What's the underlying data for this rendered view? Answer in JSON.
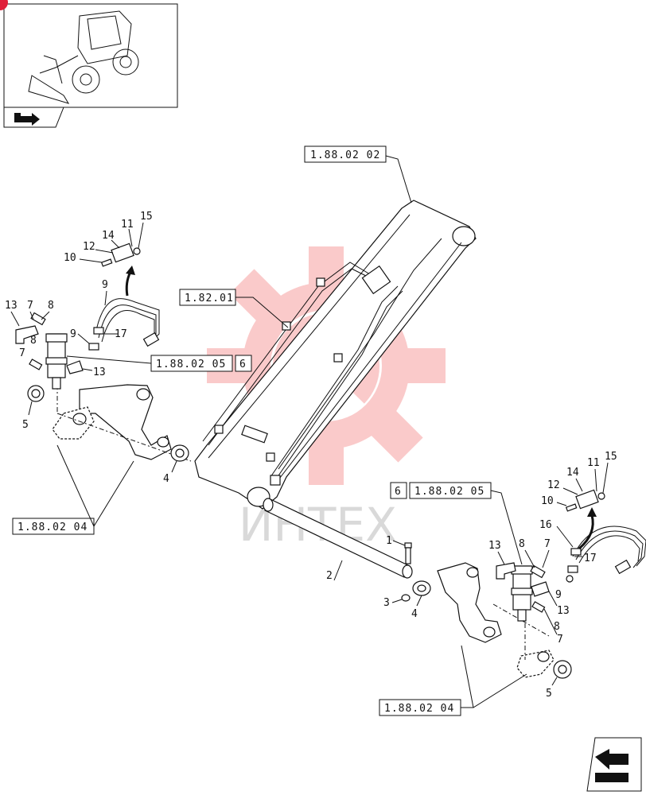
{
  "watermark": {
    "text": "ИНТЕХ",
    "color": "#f26b6b"
  },
  "references": {
    "top_arm": "1.88.02 02",
    "hose_bracket_left": "1.82.01",
    "valve_left": "1.88.02 05",
    "valve_left_tag": "6",
    "valve_right": "1.88.02 05",
    "valve_right_tag": "6",
    "lever_left": "1.88.02 04",
    "lever_right": "1.88.02 04"
  },
  "callouts": {
    "left": {
      "n13": "13",
      "n7": "7",
      "n8": "8",
      "n7b": "7",
      "n8b": "8",
      "n5": "5",
      "n13b": "13",
      "n9": "9",
      "n9b": "9",
      "n17": "17",
      "n10": "10",
      "n12": "12",
      "n14": "14",
      "n11": "11",
      "n15": "15",
      "n4": "4"
    },
    "center": {
      "n1": "1",
      "n2": "2",
      "n3": "3",
      "n4": "4"
    },
    "right": {
      "n10": "10",
      "n12": "12",
      "n14": "14",
      "n11": "11",
      "n15": "15",
      "n16": "16",
      "n17": "17",
      "n13": "13",
      "n8": "8",
      "n7": "7",
      "n9": "9",
      "n13b": "13",
      "n8b": "8",
      "n7b": "7",
      "n5": "5"
    }
  },
  "icons": {
    "thumbnail": "wheel-loader-icon",
    "back_arrow": "back-arrow-icon",
    "next_arrow": "next-page-arrow-icon"
  },
  "accent": "#e0203a"
}
